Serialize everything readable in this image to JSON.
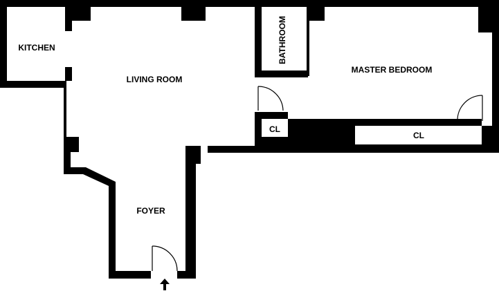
{
  "rooms": {
    "kitchen": "KITCHEN",
    "living_room": "LIVING ROOM",
    "bathroom": "BATHROOM",
    "master_bedroom": "MASTER BEDROOM",
    "closet_small": "CL",
    "closet_large": "CL",
    "foyer": "FOYER"
  },
  "colors": {
    "wall": "#000000",
    "floor": "#ffffff"
  }
}
